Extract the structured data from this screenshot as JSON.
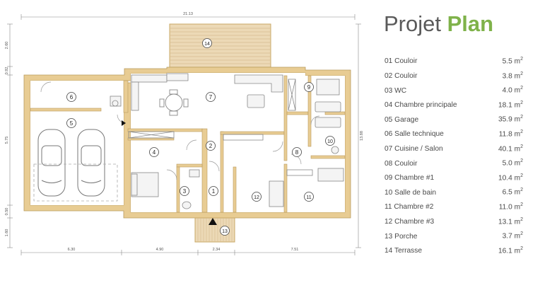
{
  "title": {
    "part1": "Projet",
    "part2": "Plan"
  },
  "colors": {
    "accent": "#7fb24a",
    "wall_fill": "#e8cc93",
    "wall_stroke": "#c9a866",
    "line": "#666666",
    "terrace": "#ecd9b6"
  },
  "unit": "m",
  "rooms": [
    {
      "number": "01",
      "name": "Couloir",
      "area": "5.5"
    },
    {
      "number": "02",
      "name": "Couloir",
      "area": "3.8"
    },
    {
      "number": "03",
      "name": "WC",
      "area": "4.0"
    },
    {
      "number": "04",
      "name": "Chambre principale",
      "area": "18.1"
    },
    {
      "number": "05",
      "name": "Garage",
      "area": "35.9"
    },
    {
      "number": "06",
      "name": "Salle technique",
      "area": "11.8"
    },
    {
      "number": "07",
      "name": "Cuisine / Salon",
      "area": "40.1"
    },
    {
      "number": "08",
      "name": "Couloir",
      "area": "5.0"
    },
    {
      "number": "09",
      "name": "Chambre #1",
      "area": "10.4"
    },
    {
      "number": "10",
      "name": "Salle de bain",
      "area": "6.5"
    },
    {
      "number": "11",
      "name": "Chambre #2",
      "area": "11.0"
    },
    {
      "number": "12",
      "name": "Chambre #3",
      "area": "13.1"
    },
    {
      "number": "13",
      "name": "Porche",
      "area": "3.7"
    },
    {
      "number": "14",
      "name": "Terrasse",
      "area": "16.1"
    }
  ],
  "plan_labels": [
    "1",
    "2",
    "3",
    "4",
    "5",
    "6",
    "7",
    "8",
    "9",
    "10",
    "11",
    "12",
    "13",
    "14"
  ],
  "dimensions": {
    "top_total": "21.13",
    "bottom": [
      "6.30",
      "4.90",
      "2.34",
      "7.51"
    ],
    "left": [
      "2.60",
      "0.92",
      "5.75",
      "0.50",
      "1.60"
    ],
    "right": "13.88"
  },
  "icons": {
    "entrance": "entrance-arrow-icon",
    "car": "car-icon"
  }
}
